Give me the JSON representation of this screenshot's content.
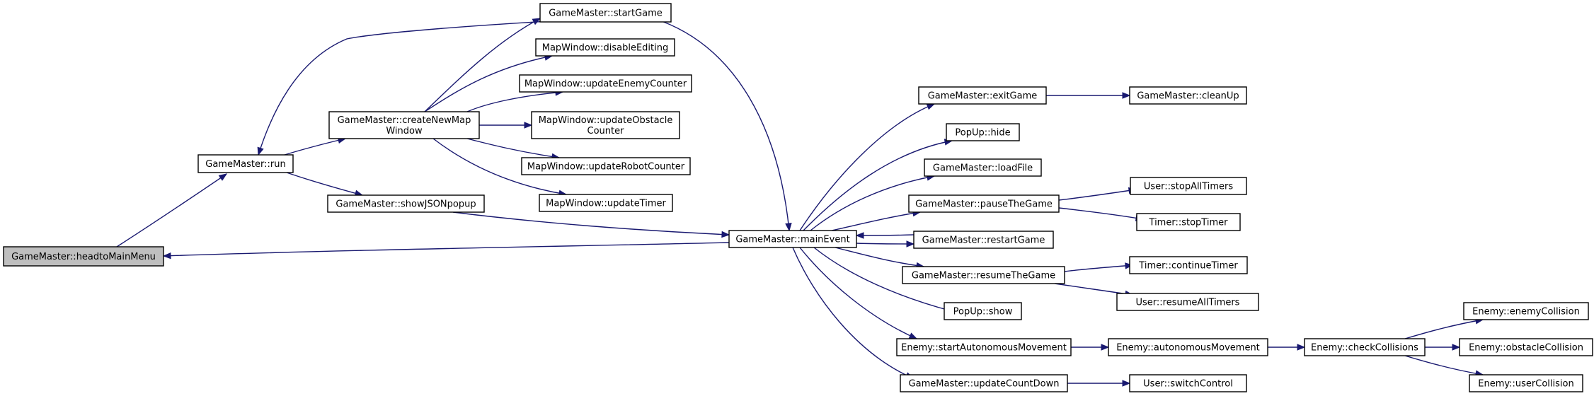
{
  "diagram": {
    "type": "call-graph",
    "edge_color": "#191970",
    "root_fill": "#bfbfbf",
    "nodes": [
      {
        "id": "headtoMainMenu",
        "label": [
          "GameMaster::headtoMainMenu"
        ],
        "root": true
      },
      {
        "id": "run",
        "label": [
          "GameMaster::run"
        ]
      },
      {
        "id": "startGame",
        "label": [
          "GameMaster::startGame"
        ]
      },
      {
        "id": "createNewMapWindow",
        "label": [
          "GameMaster::createNewMap",
          "Window"
        ]
      },
      {
        "id": "showJSONpopup",
        "label": [
          "GameMaster::showJSONpopup"
        ]
      },
      {
        "id": "disableEditing",
        "label": [
          "MapWindow::disableEditing"
        ]
      },
      {
        "id": "updateEnemyCounter",
        "label": [
          "MapWindow::updateEnemyCounter"
        ]
      },
      {
        "id": "updateObstacleCounter",
        "label": [
          "MapWindow::updateObstacle",
          "Counter"
        ]
      },
      {
        "id": "updateRobotCounter",
        "label": [
          "MapWindow::updateRobotCounter"
        ]
      },
      {
        "id": "updateTimer",
        "label": [
          "MapWindow::updateTimer"
        ]
      },
      {
        "id": "mainEvent",
        "label": [
          "GameMaster::mainEvent"
        ]
      },
      {
        "id": "exitGame",
        "label": [
          "GameMaster::exitGame"
        ]
      },
      {
        "id": "cleanUp",
        "label": [
          "GameMaster::cleanUp"
        ]
      },
      {
        "id": "popupHide",
        "label": [
          "PopUp::hide"
        ]
      },
      {
        "id": "loadFile",
        "label": [
          "GameMaster::loadFile"
        ]
      },
      {
        "id": "pauseTheGame",
        "label": [
          "GameMaster::pauseTheGame"
        ]
      },
      {
        "id": "stopAllTimers",
        "label": [
          "User::stopAllTimers"
        ]
      },
      {
        "id": "stopTimer",
        "label": [
          "Timer::stopTimer"
        ]
      },
      {
        "id": "restartGame",
        "label": [
          "GameMaster::restartGame"
        ]
      },
      {
        "id": "resumeTheGame",
        "label": [
          "GameMaster::resumeTheGame"
        ]
      },
      {
        "id": "continueTimer",
        "label": [
          "Timer::continueTimer"
        ]
      },
      {
        "id": "resumeAllTimers",
        "label": [
          "User::resumeAllTimers"
        ]
      },
      {
        "id": "popupShow",
        "label": [
          "PopUp::show"
        ]
      },
      {
        "id": "startAutonomousMovement",
        "label": [
          "Enemy::startAutonomousMovement"
        ]
      },
      {
        "id": "autonomousMovement",
        "label": [
          "Enemy::autonomousMovement"
        ]
      },
      {
        "id": "checkCollisions",
        "label": [
          "Enemy::checkCollisions"
        ]
      },
      {
        "id": "enemyCollision",
        "label": [
          "Enemy::enemyCollision"
        ]
      },
      {
        "id": "obstacleCollision",
        "label": [
          "Enemy::obstacleCollision"
        ]
      },
      {
        "id": "userCollision",
        "label": [
          "Enemy::userCollision"
        ]
      },
      {
        "id": "updateCountDown",
        "label": [
          "GameMaster::updateCountDown"
        ]
      },
      {
        "id": "switchControl",
        "label": [
          "User::switchControl"
        ]
      }
    ],
    "edges": [
      {
        "from": "headtoMainMenu",
        "to": "run"
      },
      {
        "from": "run",
        "to": "createNewMapWindow"
      },
      {
        "from": "run",
        "to": "showJSONpopup"
      },
      {
        "from": "startGame",
        "to": "run"
      },
      {
        "from": "createNewMapWindow",
        "to": "startGame"
      },
      {
        "from": "createNewMapWindow",
        "to": "disableEditing"
      },
      {
        "from": "createNewMapWindow",
        "to": "updateEnemyCounter"
      },
      {
        "from": "createNewMapWindow",
        "to": "updateObstacleCounter"
      },
      {
        "from": "createNewMapWindow",
        "to": "updateRobotCounter"
      },
      {
        "from": "createNewMapWindow",
        "to": "updateTimer"
      },
      {
        "from": "startGame",
        "to": "mainEvent"
      },
      {
        "from": "showJSONpopup",
        "to": "mainEvent"
      },
      {
        "from": "mainEvent",
        "to": "headtoMainMenu"
      },
      {
        "from": "mainEvent",
        "to": "exitGame"
      },
      {
        "from": "mainEvent",
        "to": "popupHide"
      },
      {
        "from": "mainEvent",
        "to": "loadFile"
      },
      {
        "from": "mainEvent",
        "to": "pauseTheGame"
      },
      {
        "from": "mainEvent",
        "to": "restartGame"
      },
      {
        "from": "restartGame",
        "to": "mainEvent"
      },
      {
        "from": "mainEvent",
        "to": "resumeTheGame"
      },
      {
        "from": "mainEvent",
        "to": "popupShow"
      },
      {
        "from": "mainEvent",
        "to": "startAutonomousMovement"
      },
      {
        "from": "mainEvent",
        "to": "updateCountDown"
      },
      {
        "from": "exitGame",
        "to": "cleanUp"
      },
      {
        "from": "pauseTheGame",
        "to": "stopAllTimers"
      },
      {
        "from": "pauseTheGame",
        "to": "stopTimer"
      },
      {
        "from": "resumeTheGame",
        "to": "continueTimer"
      },
      {
        "from": "resumeTheGame",
        "to": "resumeAllTimers"
      },
      {
        "from": "startAutonomousMovement",
        "to": "autonomousMovement"
      },
      {
        "from": "autonomousMovement",
        "to": "checkCollisions"
      },
      {
        "from": "checkCollisions",
        "to": "enemyCollision"
      },
      {
        "from": "checkCollisions",
        "to": "obstacleCollision"
      },
      {
        "from": "checkCollisions",
        "to": "userCollision"
      },
      {
        "from": "updateCountDown",
        "to": "switchControl"
      }
    ]
  }
}
